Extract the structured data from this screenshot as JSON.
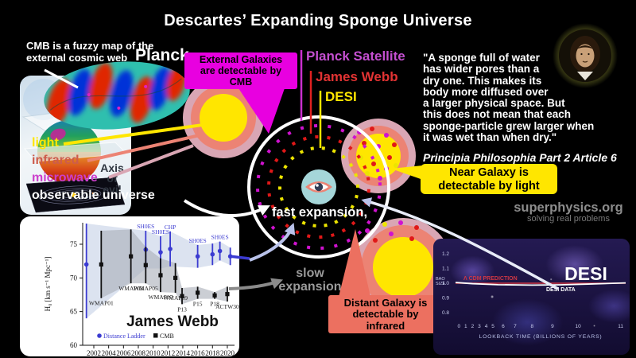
{
  "title": "Descartes’ Expanding Sponge Universe",
  "notes": {
    "cmb_note": "CMB is a fuzzy map of the\nexternal cosmic web",
    "planck": "Planck",
    "axis_of_evil": "Axis\nof\nevil",
    "observable_universe": "observable universe",
    "fast_expansion": "fast expansion,",
    "slow_expansion": "slow\nexpansion"
  },
  "spectrum": {
    "light": "light",
    "infrared": "infrared",
    "microwave": "microwave"
  },
  "satellites": {
    "planck": "Planck Satellite",
    "james_webb": "James Webb",
    "desi": "DESI"
  },
  "callouts": {
    "external": "External Galaxies\nare detectable by\nCMB",
    "near": "Near Galaxy is\ndetectable by light",
    "distant": "Distant Galaxy is\ndetectable by\ninfrared"
  },
  "quote": {
    "text": "\"A sponge full of water\nhas wider pores than a\ndry one. This makes its\nbody more diffused over\na larger physical space. But\nthis does not mean that each\nsponge-particle grew larger when\nit was wet than when dry.\"",
    "source": "Principia Philosophia Part 2 Article 6"
  },
  "branding": {
    "site": "superphysics.org",
    "tagline": "solving real problems"
  },
  "colors": {
    "magenta": "#e800e0",
    "magentaText": "#c44fd0",
    "red": "#e02020",
    "infrared": "#cd5c4c",
    "yellow": "#ffe600",
    "salmon": "#ec8374",
    "mauve": "#d9a6b4",
    "lavender": "#b9c2ea",
    "gray": "#9a9a9a",
    "eyeBg": "#a5d6d9"
  },
  "chart_data": [
    {
      "id": "hubble_tension",
      "type": "scatter",
      "title": "James Webb",
      "ylabel": "H₀ [km s⁻¹ Mpc⁻¹]",
      "ylim": [
        60,
        78
      ],
      "yticks": [
        60,
        65,
        70,
        75
      ],
      "xticks": [
        2002,
        2004,
        2006,
        2008,
        2010,
        2012,
        2014,
        2016,
        2018,
        2020
      ],
      "legend": [
        {
          "name": "Distance Ladder",
          "color": "#3b3bd1",
          "marker": "circle"
        },
        {
          "name": "CMB",
          "color": "#111111",
          "marker": "square"
        }
      ],
      "series": [
        {
          "name": "Distance Ladder",
          "color": "#3b3bd1",
          "marker": "circle",
          "points": [
            {
              "x": 2001,
              "y": 72.0,
              "err": 8.0,
              "label": ""
            },
            {
              "x": 2009,
              "y": 74.2,
              "err": 2.8,
              "label": "SH0ES"
            },
            {
              "x": 2011,
              "y": 73.8,
              "err": 2.4,
              "label": "SH0ES"
            },
            {
              "x": 2012.3,
              "y": 74.3,
              "err": 2.6,
              "label": "CHP"
            },
            {
              "x": 2016,
              "y": 73.2,
              "err": 1.7,
              "label": "SH0ES"
            },
            {
              "x": 2018,
              "y": 73.5,
              "err": 1.6,
              "label": ""
            },
            {
              "x": 2019,
              "y": 74.0,
              "err": 1.4,
              "label": "SH0ES"
            },
            {
              "x": 2020.4,
              "y": 73.2,
              "err": 1.3,
              "label": ""
            }
          ]
        },
        {
          "name": "CMB",
          "color": "#111111",
          "marker": "square",
          "points": [
            {
              "x": 2003,
              "y": 72.0,
              "err": 5.0,
              "label": "WMAP01"
            },
            {
              "x": 2007,
              "y": 73.2,
              "err": 4.0,
              "label": "WMAP03"
            },
            {
              "x": 2009,
              "y": 71.9,
              "err": 2.7,
              "label": "WMAP05"
            },
            {
              "x": 2011,
              "y": 70.4,
              "err": 2.5,
              "label": "WMAP07"
            },
            {
              "x": 2013,
              "y": 70.0,
              "err": 2.2,
              "label": "WMAP09"
            },
            {
              "x": 2013.9,
              "y": 67.3,
              "err": 1.2,
              "label": "P13"
            },
            {
              "x": 2016,
              "y": 67.8,
              "err": 0.9,
              "label": "P15"
            },
            {
              "x": 2018.3,
              "y": 67.4,
              "err": 0.5,
              "label": "P18"
            },
            {
              "x": 2020,
              "y": 67.6,
              "err": 1.1,
              "label": "ACTW30"
            }
          ]
        }
      ]
    },
    {
      "id": "desi_bao",
      "type": "line",
      "title": "DESI",
      "ylabel": "BAO\nSIZE",
      "xlabel": "LOOKBACK TIME (BILLIONS OF YEARS)",
      "ylim": [
        0.75,
        1.25
      ],
      "yticks": [
        0.8,
        0.9,
        1.0,
        1.1,
        1.2
      ],
      "xticks": [
        {
          "label": "0",
          "fx": 0.02
        },
        {
          "label": "1",
          "fx": 0.06
        },
        {
          "label": "2",
          "fx": 0.1
        },
        {
          "label": "3",
          "fx": 0.14
        },
        {
          "label": "4",
          "fx": 0.18
        },
        {
          "label": "5",
          "fx": 0.22
        },
        {
          "label": "6",
          "fx": 0.28
        },
        {
          "label": "7",
          "fx": 0.35
        },
        {
          "label": "8",
          "fx": 0.45
        },
        {
          "label": "9",
          "fx": 0.57
        },
        {
          "label": "10",
          "fx": 0.72
        },
        {
          "label": "11",
          "fx": 0.97
        }
      ],
      "series": [
        {
          "name": "Λ CDM PREDICTION",
          "color": "#cf3745",
          "points": [
            {
              "fx": 0.0,
              "y": 1.0
            },
            {
              "fx": 1.0,
              "y": 1.0
            }
          ]
        },
        {
          "name": "DESI DATA",
          "color": "#ffffff",
          "points": [
            {
              "fx": 0.0,
              "y": 1.005
            },
            {
              "fx": 0.1,
              "y": 0.997
            },
            {
              "fx": 0.25,
              "y": 0.99
            },
            {
              "fx": 0.45,
              "y": 0.987
            },
            {
              "fx": 0.62,
              "y": 0.989
            },
            {
              "fx": 0.8,
              "y": 0.995
            },
            {
              "fx": 1.0,
              "y": 1.002
            }
          ]
        }
      ]
    }
  ]
}
